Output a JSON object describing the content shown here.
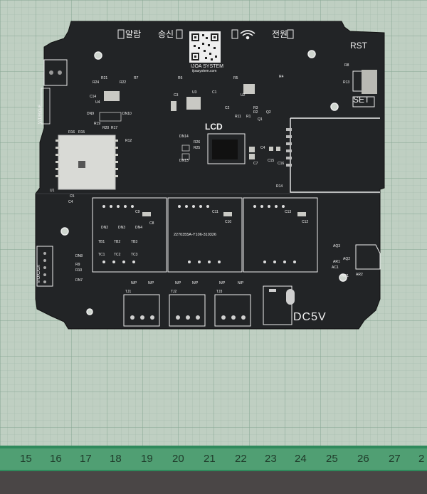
{
  "pcb": {
    "top_labels": {
      "alarm": "알람",
      "transmit": "송신",
      "power": "전원"
    },
    "brand": {
      "name": "IJOA SYSTEM",
      "site": "ijoasystem.com"
    },
    "lcd": "LCD",
    "rst": "RST",
    "set": "SET",
    "dc5v": "DC5V",
    "left_pins_top": "V/T/R/G/E",
    "left_pins_bottom": "V/O/C/G/I",
    "board_id": "2270355A-Y106-310326",
    "components": [
      "R21",
      "R24",
      "R22",
      "C14",
      "U4",
      "DN9",
      "DN10",
      "R19",
      "R20",
      "R17",
      "R16",
      "R15",
      "R12",
      "R7",
      "R6",
      "R5",
      "R4",
      "C3",
      "U3",
      "C1",
      "U2",
      "C2",
      "R11",
      "R1",
      "R3",
      "R2",
      "Q1",
      "Q2",
      "DN14",
      "DN13",
      "R26",
      "R25",
      "C4",
      "C7",
      "C15",
      "C16",
      "R14",
      "U1",
      "C5",
      "C4",
      "C9",
      "C8",
      "C11",
      "C10",
      "C13",
      "C12",
      "DN2",
      "DN3",
      "DN4",
      "TB1",
      "TB2",
      "TB3",
      "TC1",
      "TC2",
      "TC3",
      "DN8",
      "R9",
      "R10",
      "DN7",
      "R8",
      "R13",
      "AQ3",
      "AR1",
      "AQ2",
      "AC1",
      "AQ1",
      "AR2"
    ],
    "relay_labels": [
      "TJ1",
      "TJ2",
      "TJ3"
    ],
    "np_label": "N/P"
  },
  "ruler": {
    "numbers": [
      "15",
      "16",
      "17",
      "18",
      "19",
      "20",
      "21",
      "22",
      "23",
      "24",
      "25",
      "26",
      "27",
      "2"
    ]
  },
  "colors": {
    "board": "#222426",
    "mat": "#b9c9bd",
    "ruler": "#2f8a5c",
    "silk": "#f2f2f2"
  }
}
